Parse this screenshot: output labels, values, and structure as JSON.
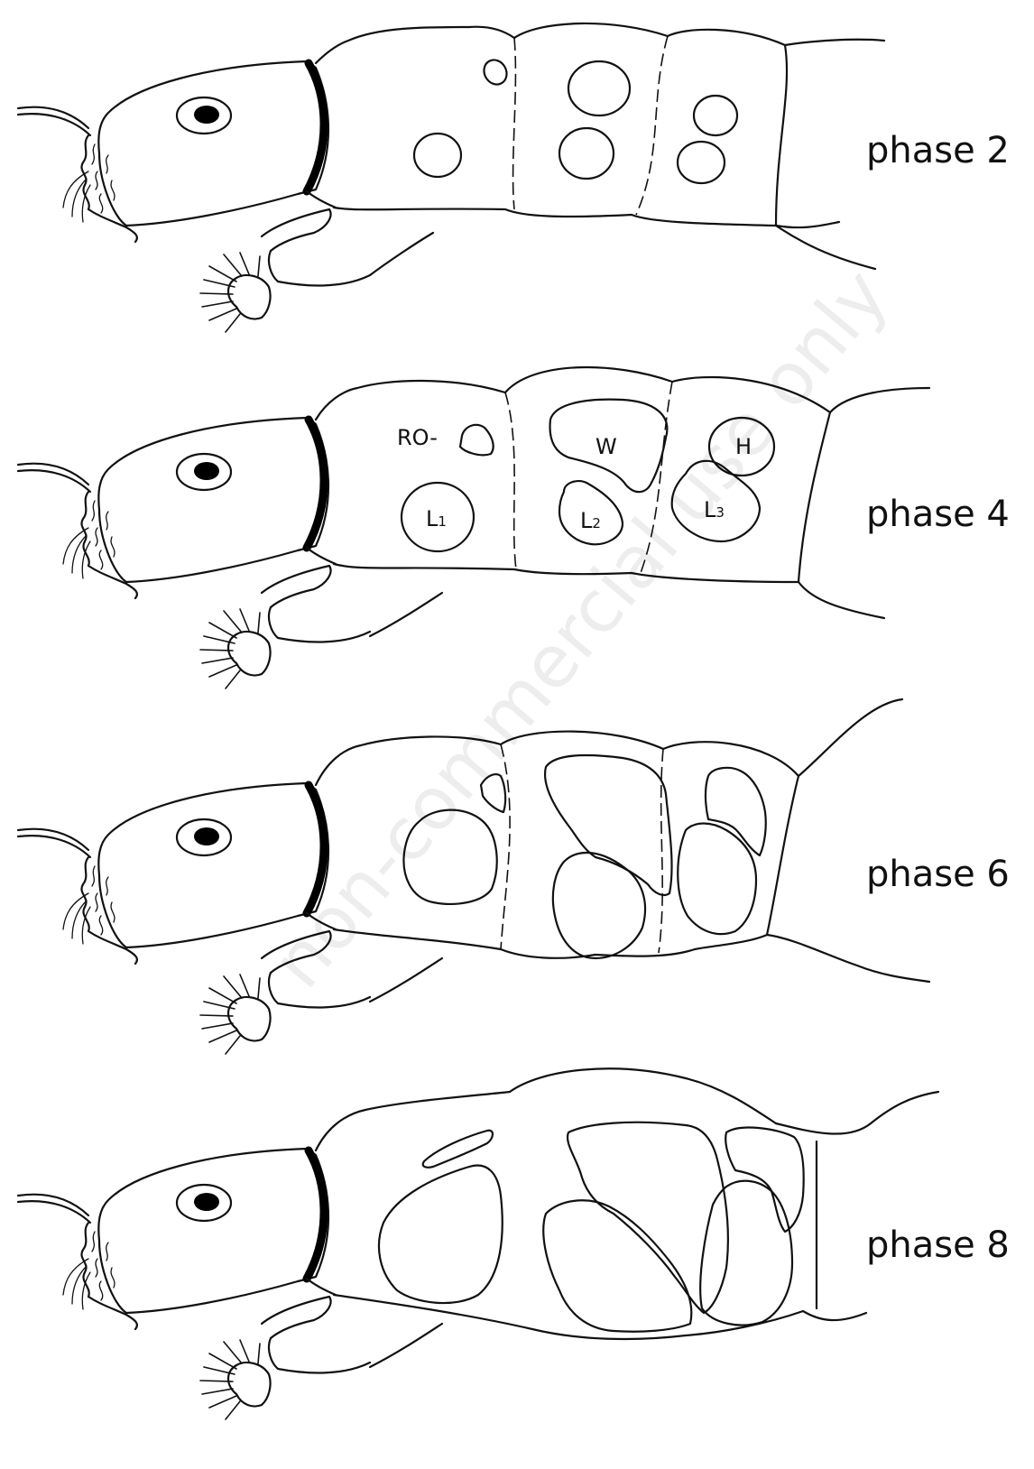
{
  "panels": [
    {
      "phase_label": "phase 2"
    },
    {
      "phase_label": "phase 4",
      "disc_labels": {
        "ro": "RO-",
        "w": "W",
        "h": "H",
        "l1": "L",
        "l1_sub": "1",
        "l2": "L",
        "l2_sub": "2",
        "l3": "L",
        "l3_sub": "3"
      }
    },
    {
      "phase_label": "phase 6"
    },
    {
      "phase_label": "phase 8"
    }
  ],
  "watermark": "non-commercial use only"
}
